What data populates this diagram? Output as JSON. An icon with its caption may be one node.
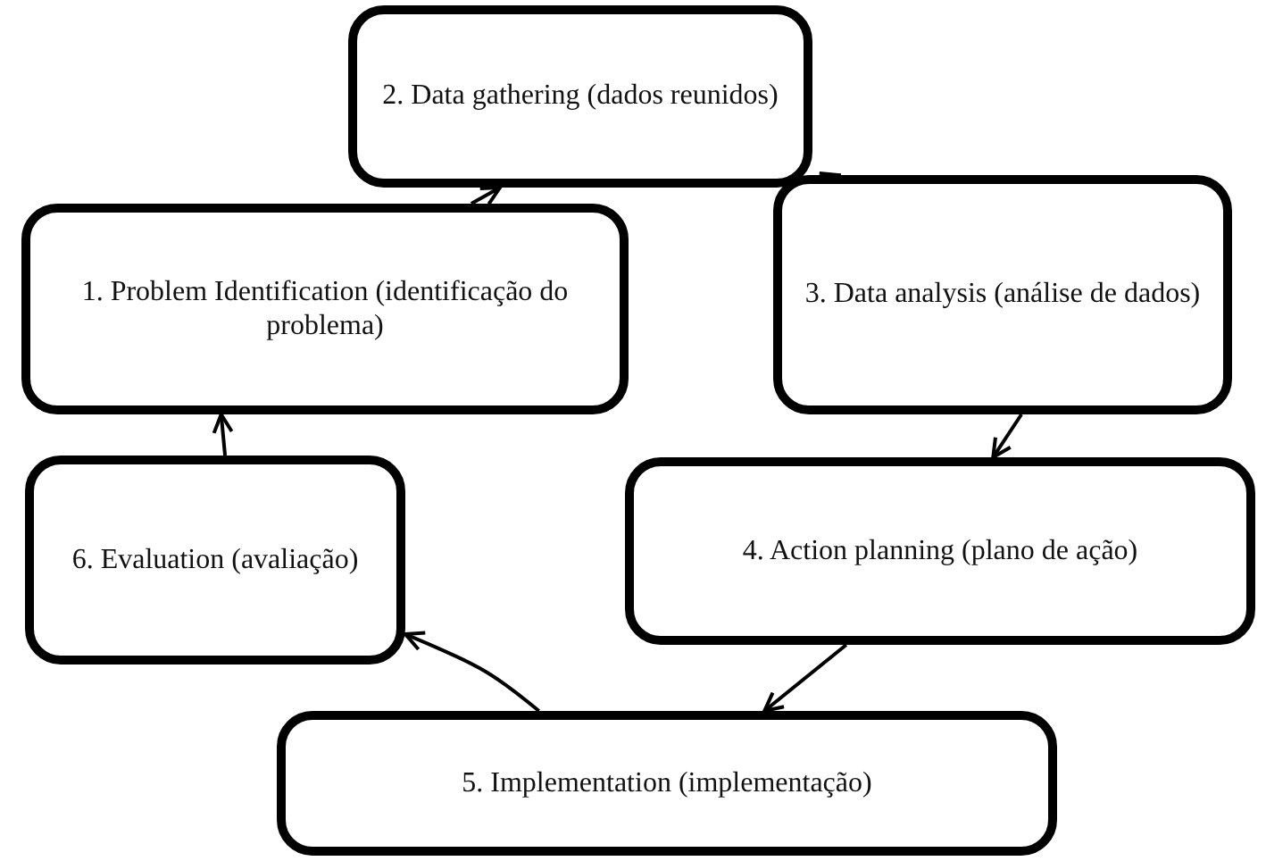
{
  "diagram": {
    "nodes": [
      {
        "text": [
          "1. Problem Identification (identificação do problema)"
        ]
      },
      {
        "text": [
          "2. Data gathering (dados reunidos)"
        ]
      },
      {
        "text": [
          "3. Data analysis (análise de dados)"
        ]
      },
      {
        "text": [
          "4. Action planning (plano de ação)"
        ]
      },
      {
        "text": [
          "5. Implementation (implementação)"
        ]
      },
      {
        "text": [
          "6. Evaluation (avaliação)"
        ]
      }
    ],
    "edges": [
      {
        "from": 0,
        "to": 1,
        "arrow": "to"
      },
      {
        "from": 1,
        "to": 2,
        "arrow": "to"
      },
      {
        "from": 2,
        "to": 3,
        "arrow": "to"
      },
      {
        "from": 3,
        "to": 4,
        "arrow": "to"
      },
      {
        "from": 4,
        "to": 5,
        "arrow": "to"
      },
      {
        "from": 5,
        "to": 0,
        "arrow": "to"
      }
    ]
  }
}
